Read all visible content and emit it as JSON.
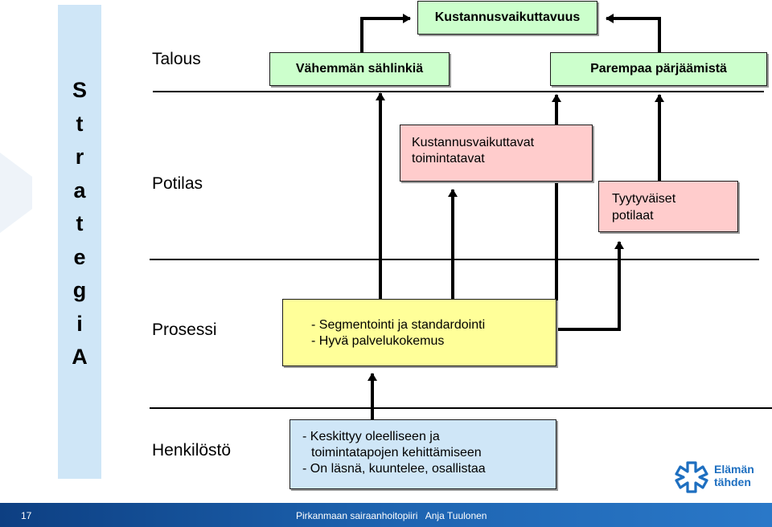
{
  "strategy_letters": [
    "S",
    "t",
    "r",
    "a",
    "t",
    "e",
    "g",
    "i",
    "A"
  ],
  "rows": {
    "talous": "Talous",
    "potilas": "Potilas",
    "prosessi": "Prosessi",
    "henkilosto": "Henkilöstö"
  },
  "boxes": {
    "kustannusvaikuttavuus": "Kustannusvaikuttavuus",
    "vahemman": "Vähemmän sählinkiä",
    "parempaa": "Parempaa pärjäämistä",
    "toimintatavat": [
      "Kustannusvaikuttavat",
      "toimintatavat"
    ],
    "tyytyvaiset": [
      "Tyytyväiset",
      "potilaat"
    ],
    "prosessi_box": [
      "- Segmentointi ja standardointi",
      "- Hyvä palvelukokemus"
    ],
    "henkilosto_box": [
      "- Keskittyy oleelliseen ja",
      "toimintatapojen kehittämiseen",
      "- On läsnä, kuuntelee, osallistaa"
    ]
  },
  "logo": {
    "line1": "Elämän",
    "line2": "tähden"
  },
  "footer": {
    "page_number": "17",
    "text": "Pirkanmaan sairaanhoitopiiri   Anja Tuulonen"
  },
  "colors": {
    "green": "#ccffcc",
    "pink": "#ffcccc",
    "yellow": "#ffff99",
    "blue": "#cfe6f7",
    "footer": "#1d63b0",
    "logo": "#1e6fc0"
  }
}
